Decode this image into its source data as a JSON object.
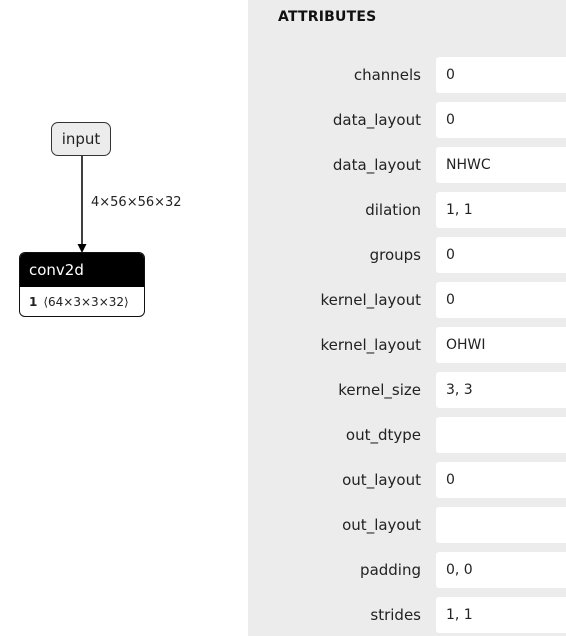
{
  "graph": {
    "input_node": {
      "label": "input"
    },
    "edge": {
      "label": "4×56×56×32"
    },
    "conv_node": {
      "title": "conv2d",
      "index": "1",
      "shape": "⟨64×3×3×32⟩"
    }
  },
  "panel": {
    "title": "ATTRIBUTES",
    "attributes": [
      {
        "name": "channels",
        "value": "0"
      },
      {
        "name": "data_layout",
        "value": "0"
      },
      {
        "name": "data_layout",
        "value": "NHWC"
      },
      {
        "name": "dilation",
        "value": "1, 1"
      },
      {
        "name": "groups",
        "value": "0"
      },
      {
        "name": "kernel_layout",
        "value": "0"
      },
      {
        "name": "kernel_layout",
        "value": "OHWI"
      },
      {
        "name": "kernel_size",
        "value": "3, 3"
      },
      {
        "name": "out_dtype",
        "value": ""
      },
      {
        "name": "out_layout",
        "value": "0"
      },
      {
        "name": "out_layout",
        "value": ""
      },
      {
        "name": "padding",
        "value": "0, 0"
      },
      {
        "name": "strides",
        "value": "1, 1"
      }
    ]
  }
}
